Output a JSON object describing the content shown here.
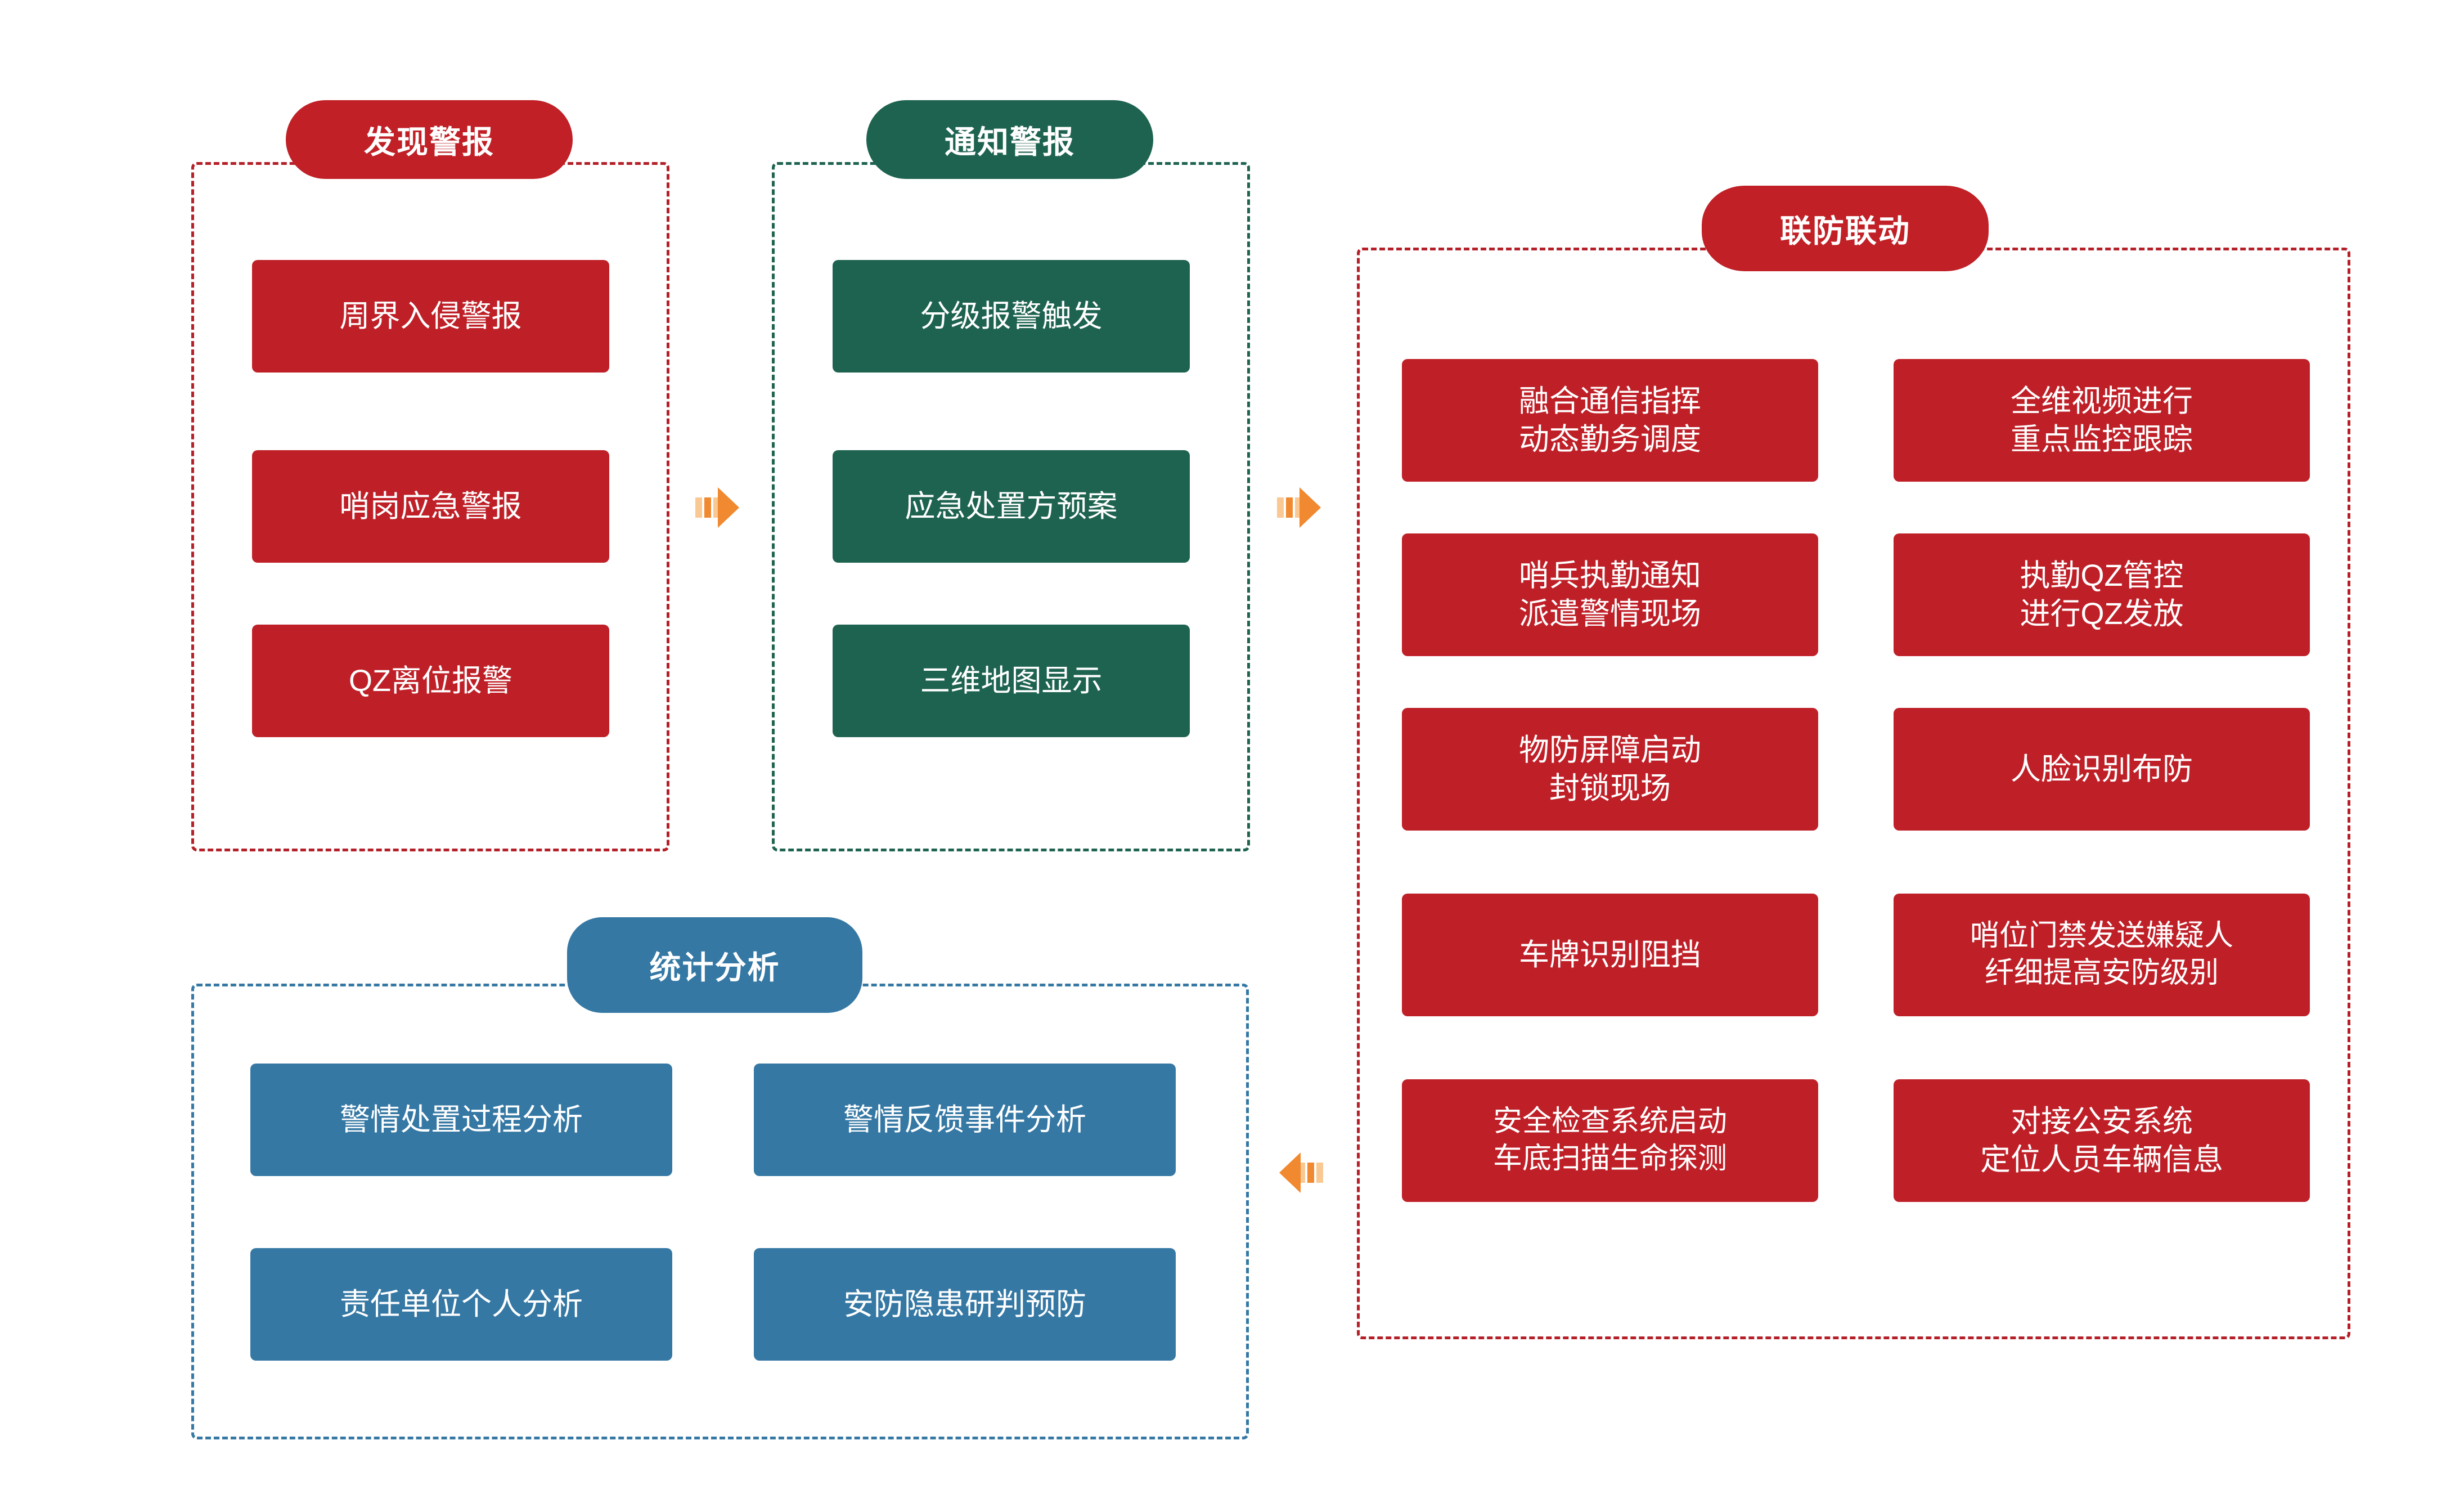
{
  "diagram": {
    "title_colors": {
      "red": "#C02026",
      "green": "#1E6350",
      "blue": "#3578A4",
      "arrow_orange": "#F0892F",
      "arrow_orange_light": "#F9C893",
      "background": "#FFFFFF"
    },
    "panels": [
      {
        "id": "discover-alarm",
        "header": "发现警报",
        "color": "red",
        "items": [
          {
            "line1": "周界入侵警报",
            "line2": ""
          },
          {
            "line1": "哨岗应急警报",
            "line2": ""
          },
          {
            "line1": "QZ离位报警",
            "line2": ""
          }
        ]
      },
      {
        "id": "notify-alarm",
        "header": "通知警报",
        "color": "green",
        "items": [
          {
            "line1": "分级报警触发",
            "line2": ""
          },
          {
            "line1": "应急处置方预案",
            "line2": ""
          },
          {
            "line1": "三维地图显示",
            "line2": ""
          }
        ]
      },
      {
        "id": "joint-defense",
        "header": "联防联动",
        "color": "red",
        "items": [
          {
            "line1": "融合通信指挥",
            "line2": "动态勤务调度"
          },
          {
            "line1": "全维视频进行",
            "line2": "重点监控跟踪"
          },
          {
            "line1": "哨兵执勤通知",
            "line2": "派遣警情现场"
          },
          {
            "line1": "执勤QZ管控",
            "line2": "进行QZ发放"
          },
          {
            "line1": "物防屏障启动",
            "line2": "封锁现场"
          },
          {
            "line1": "人脸识别布防",
            "line2": ""
          },
          {
            "line1": "车牌识别阻挡",
            "line2": ""
          },
          {
            "line1": "哨位门禁发送嫌疑人",
            "line2": "纤细提高安防级别"
          },
          {
            "line1": "安全检查系统启动",
            "line2": "车底扫描生命探测"
          },
          {
            "line1": "对接公安系统",
            "line2": "定位人员车辆信息"
          }
        ]
      },
      {
        "id": "statistics-analysis",
        "header": "统计分析",
        "color": "blue",
        "items": [
          {
            "line1": "警情处置过程分析",
            "line2": ""
          },
          {
            "line1": "警情反馈事件分析",
            "line2": ""
          },
          {
            "line1": "责任单位个人分析",
            "line2": ""
          },
          {
            "line1": "安防隐患研判预防",
            "line2": ""
          }
        ]
      }
    ],
    "arrows": [
      {
        "id": "arrow-discover-to-notify",
        "direction": "right"
      },
      {
        "id": "arrow-notify-to-joint",
        "direction": "right"
      },
      {
        "id": "arrow-joint-to-statistics",
        "direction": "left"
      }
    ]
  }
}
